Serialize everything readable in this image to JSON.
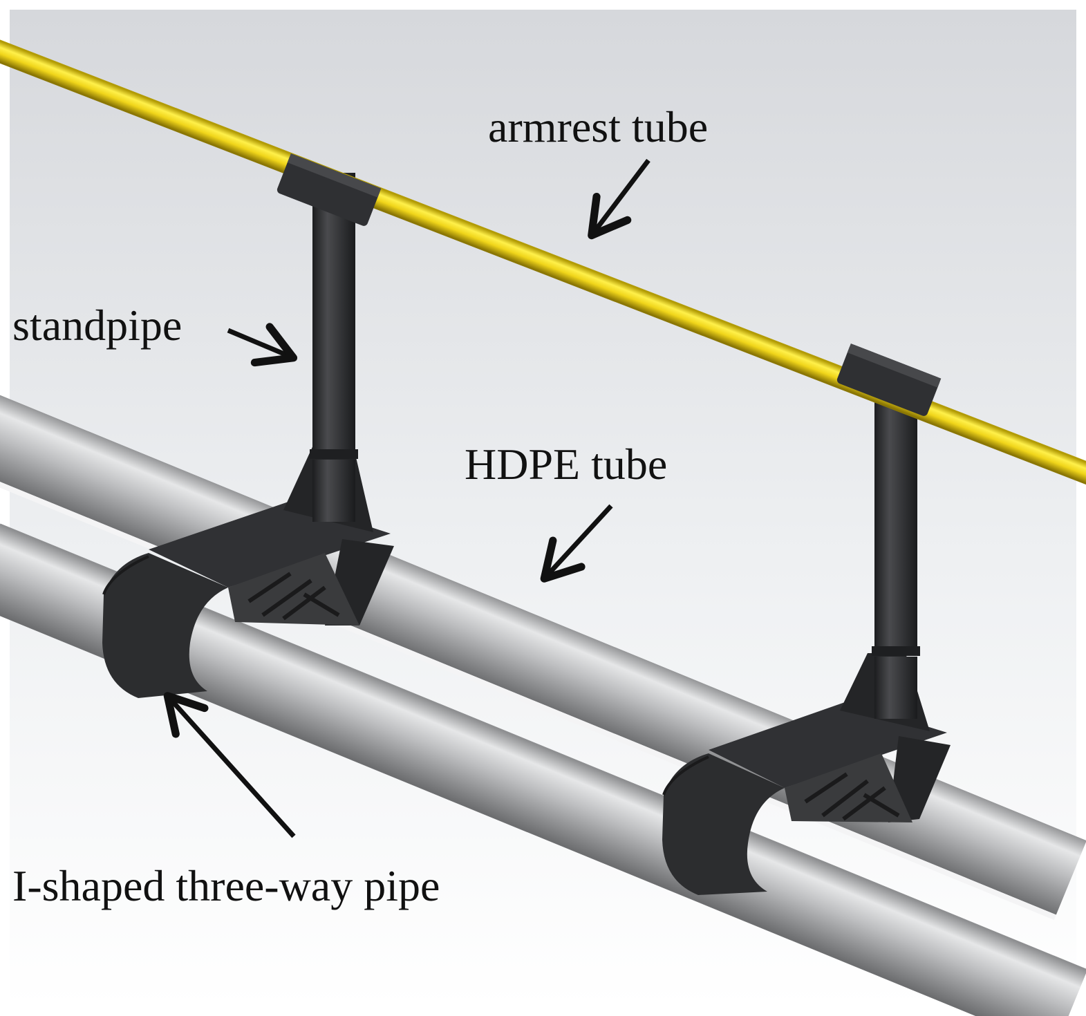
{
  "labels": {
    "armrest": "armrest tube",
    "standpipe": "standpipe",
    "hdpe": "HDPE tube",
    "ishaped": "I-shaped three-way pipe"
  },
  "colors": {
    "armrest_tube": "#f2dc1e",
    "connector": "#2b2c2e",
    "hdpe_tube": "#b5b6b8",
    "background_top": "#d7d9dd",
    "background_bottom": "#ffffff",
    "text": "#111111"
  }
}
